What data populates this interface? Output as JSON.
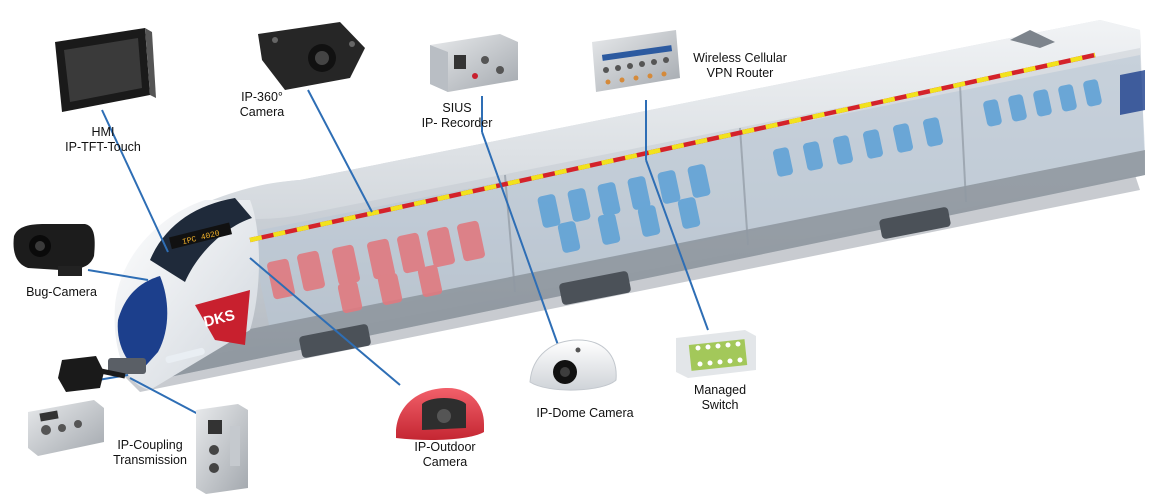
{
  "colors": {
    "leader_line": "#2e6eb5",
    "brand_red": "#c8202e",
    "dashed_line_red": "#d4222a",
    "dashed_line_yellow": "#f2e21c",
    "seat_red": "#e07a80",
    "seat_blue": "#5ba0d6"
  },
  "brand": {
    "logo_text": "DKS",
    "destination_display": "IPC 4020"
  },
  "labels": {
    "hmi": [
      "HMI",
      "IP-TFT-Touch"
    ],
    "ip360": [
      "IP-360°",
      "Camera"
    ],
    "sius": [
      "SIUS",
      "IP- Recorder"
    ],
    "router": [
      "Wireless Cellular",
      "VPN Router"
    ],
    "bug": [
      "Bug-Camera"
    ],
    "dome": [
      "IP-Dome Camera"
    ],
    "switch": [
      "Managed",
      "Switch"
    ],
    "outdoor": [
      "IP-Outdoor",
      "Camera"
    ],
    "coupling": [
      "IP-Coupling",
      "Transmission"
    ]
  },
  "icons": {
    "hmi": "monitor-icon",
    "ip360": "camera-360-icon",
    "sius": "recorder-icon",
    "router": "router-icon",
    "bug": "bug-camera-icon",
    "dome": "dome-camera-icon",
    "switch": "network-switch-icon",
    "outdoor": "outdoor-camera-icon",
    "coupling": "coupling-device-icon"
  }
}
